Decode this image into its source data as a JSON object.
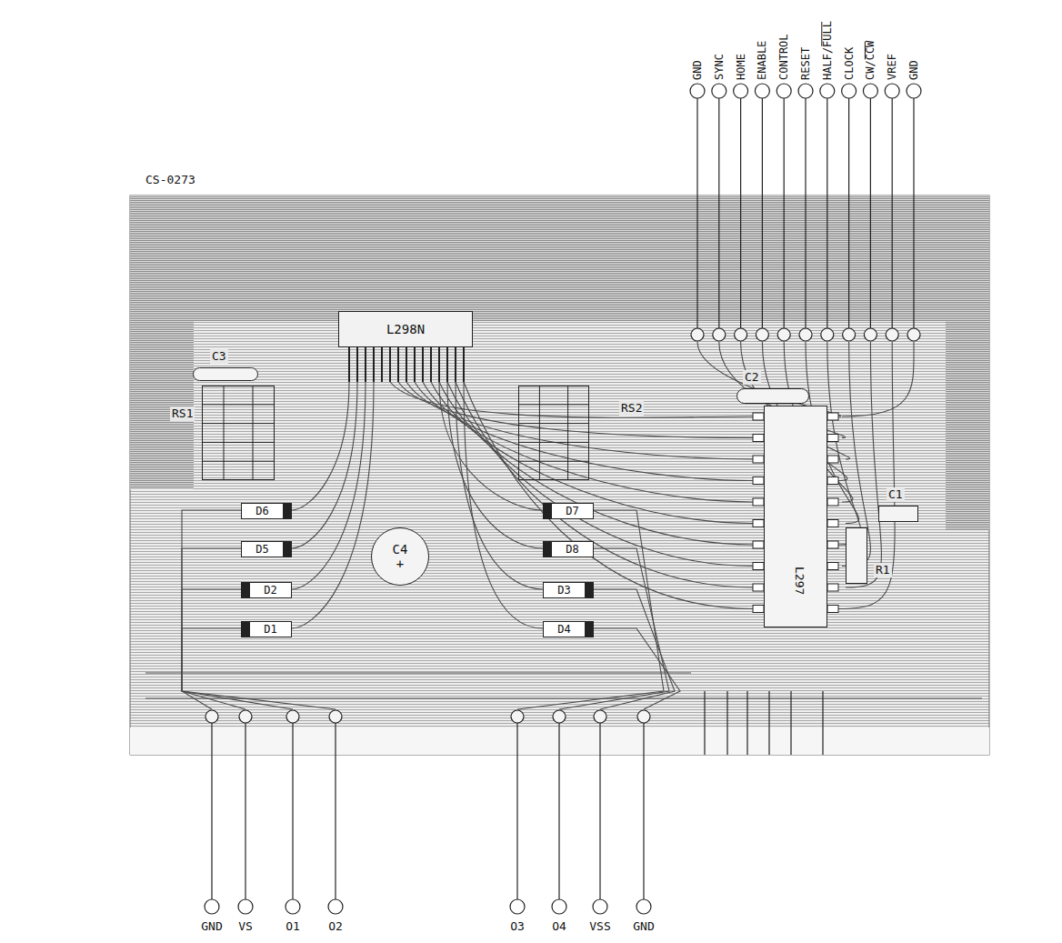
{
  "diagram": {
    "nodes": [
      {
        "text": [
          "L298N"
        ]
      },
      {
        "text": [
          "C3"
        ]
      },
      {
        "text": [
          "RS1"
        ]
      },
      {
        "text": [
          "RS2"
        ]
      },
      {
        "text": [
          "C2"
        ]
      },
      {
        "text": [
          "L297"
        ]
      },
      {
        "text": [
          "C1"
        ]
      },
      {
        "text": [
          "R1"
        ]
      },
      {
        "text": [
          "C4",
          "+"
        ]
      },
      {
        "text": [
          "D6"
        ]
      },
      {
        "text": [
          "D5"
        ]
      },
      {
        "text": [
          "D2"
        ]
      },
      {
        "text": [
          "D1"
        ]
      },
      {
        "text": [
          "D7"
        ]
      },
      {
        "text": [
          "D8"
        ]
      },
      {
        "text": [
          "D3"
        ]
      },
      {
        "text": [
          "D4"
        ]
      }
    ],
    "labels": [
      "CS-0273",
      "GND",
      "SYNC",
      "HOME",
      "ENABLE",
      "CONTROL",
      "RESET",
      "HALF/FULL",
      "CLOCK",
      "CW/CCW",
      "VREF",
      "GND",
      "GND",
      "VS",
      "O1",
      "O2",
      "O3",
      "O4",
      "VSS",
      "GND"
    ]
  }
}
